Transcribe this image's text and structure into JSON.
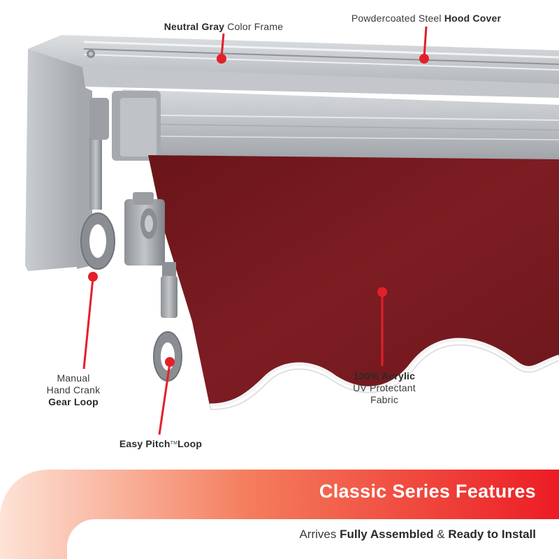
{
  "callouts": {
    "frame": {
      "bold": "Neutral Gray",
      "rest": " Color Frame"
    },
    "hood": {
      "pre": "Powdercoated Steel ",
      "bold": "Hood Cover"
    },
    "crank": {
      "line1": "Manual",
      "line2": "Hand Crank",
      "bold": "Gear Loop"
    },
    "pitch": {
      "bold": "Easy Pitch",
      "tm": "TM",
      "rest": "Loop"
    },
    "fabric": {
      "bold": "100% Acrylic",
      "line2": "UV Protectant",
      "line3": "Fabric"
    }
  },
  "banner": {
    "title": "Classic Series Features",
    "sub_pre": "Arrives ",
    "sub_bold1": "Fully Assembled",
    "sub_mid": " & ",
    "sub_bold2": "Ready to Install"
  },
  "colors": {
    "accent_red": "#e3202a",
    "fabric": "#7a1c22",
    "frame_gray": "#b7bbbf",
    "banner_start": "#fde3d6",
    "banner_end": "#ec1c24"
  }
}
